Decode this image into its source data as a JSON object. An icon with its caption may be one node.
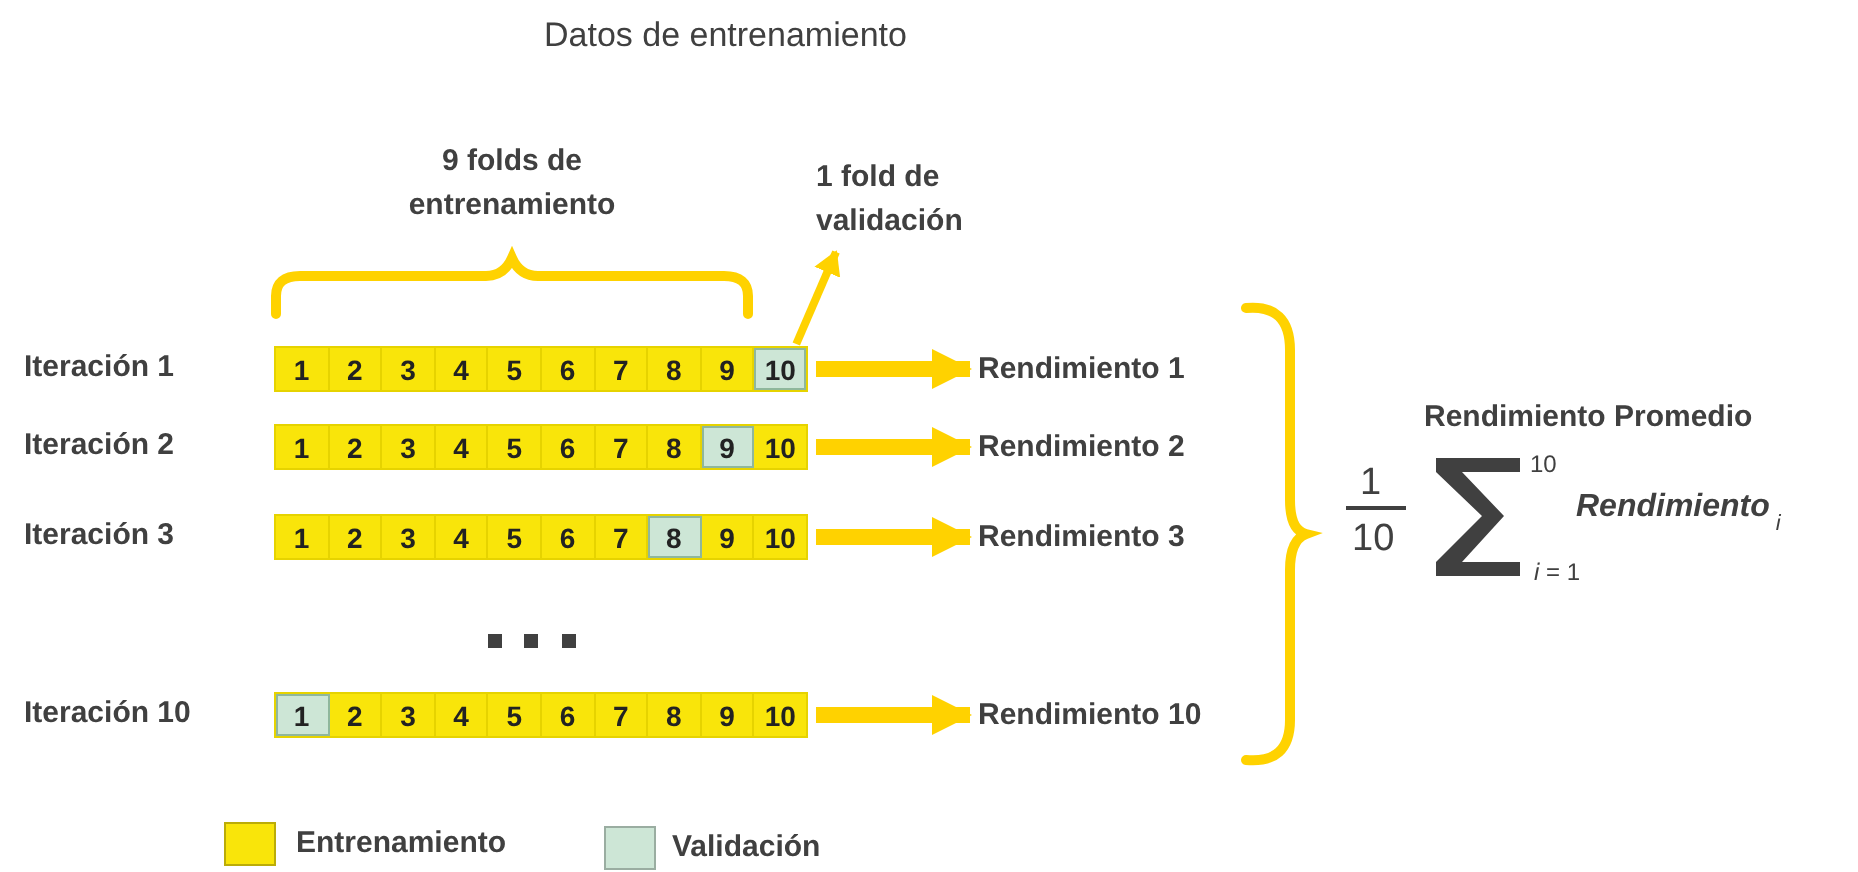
{
  "diagram": {
    "title": "Datos de entrenamiento",
    "nodes": [
      {
        "text": [
          "1 fold de validación"
        ]
      },
      {
        "text": [],
        "shape": "bar",
        "beside": [
          "Iteración 1"
        ]
      },
      {
        "text": [
          "1"
        ],
        "in": 1
      },
      {
        "text": [
          "2"
        ],
        "in": 1
      },
      {
        "text": [
          "3"
        ],
        "in": 1
      },
      {
        "text": [
          "4"
        ],
        "in": 1
      },
      {
        "text": [
          "5"
        ],
        "in": 1
      },
      {
        "text": [
          "6"
        ],
        "in": 1
      },
      {
        "text": [
          "7"
        ],
        "in": 1
      },
      {
        "text": [
          "8"
        ],
        "in": 1
      },
      {
        "text": [
          "9"
        ],
        "in": 1
      },
      {
        "text": [
          "10"
        ],
        "in": 1
      },
      {
        "text": [
          "Rendimiento 1"
        ]
      },
      {
        "text": [],
        "shape": "bar",
        "beside": [
          "Iteración 2"
        ]
      },
      {
        "text": [
          "1"
        ],
        "in": 13
      },
      {
        "text": [
          "2"
        ],
        "in": 13
      },
      {
        "text": [
          "3"
        ],
        "in": 13
      },
      {
        "text": [
          "4"
        ],
        "in": 13
      },
      {
        "text": [
          "5"
        ],
        "in": 13
      },
      {
        "text": [
          "6"
        ],
        "in": 13
      },
      {
        "text": [
          "7"
        ],
        "in": 13
      },
      {
        "text": [
          "8"
        ],
        "in": 13
      },
      {
        "text": [
          "9"
        ],
        "in": 13
      },
      {
        "text": [
          "10"
        ],
        "in": 13
      },
      {
        "text": [
          "Rendimiento 2"
        ]
      },
      {
        "text": [],
        "shape": "bar",
        "beside": [
          "Iteración 3"
        ]
      },
      {
        "text": [
          "1"
        ],
        "in": 25
      },
      {
        "text": [
          "2"
        ],
        "in": 25
      },
      {
        "text": [
          "3"
        ],
        "in": 25
      },
      {
        "text": [
          "4"
        ],
        "in": 25
      },
      {
        "text": [
          "5"
        ],
        "in": 25
      },
      {
        "text": [
          "6"
        ],
        "in": 25
      },
      {
        "text": [
          "7"
        ],
        "in": 25
      },
      {
        "text": [
          "8"
        ],
        "in": 25
      },
      {
        "text": [
          "9"
        ],
        "in": 25
      },
      {
        "text": [
          "10"
        ],
        "in": 25
      },
      {
        "text": [
          "Rendimiento 3"
        ]
      },
      {
        "text": [],
        "shape": "bar",
        "beside": [
          "Iteración 10"
        ]
      },
      {
        "text": [
          "1"
        ],
        "in": 37
      },
      {
        "text": [
          "2"
        ],
        "in": 37
      },
      {
        "text": [
          "3"
        ],
        "in": 37
      },
      {
        "text": [
          "4"
        ],
        "in": 37
      },
      {
        "text": [
          "5"
        ],
        "in": 37
      },
      {
        "text": [
          "6"
        ],
        "in": 37
      },
      {
        "text": [
          "7"
        ],
        "in": 37
      },
      {
        "text": [
          "8"
        ],
        "in": 37
      },
      {
        "text": [
          "9"
        ],
        "in": 37
      },
      {
        "text": [
          "10"
        ],
        "in": 37
      },
      {
        "text": [
          "Rendimiento 10"
        ]
      }
    ],
    "edges": [
      {
        "from": 11,
        "to": 0,
        "arrow": "to"
      },
      {
        "from": 1,
        "to": 12,
        "arrow": "to"
      },
      {
        "from": 13,
        "to": 24,
        "arrow": "to"
      },
      {
        "from": 25,
        "to": 36,
        "arrow": "to"
      },
      {
        "from": 37,
        "to": 48,
        "arrow": "to"
      }
    ],
    "labels": [
      "9 folds de entrenamiento",
      "Rendimiento Promedio",
      "1",
      "10",
      "10",
      "*i* = 1",
      "Rendimiento$_{i}$"
    ],
    "legend": [
      {
        "text": "Entrenamiento",
        "color": "#f9e50a"
      },
      {
        "text": "Validación",
        "color": "#cde6d6"
      }
    ]
  }
}
